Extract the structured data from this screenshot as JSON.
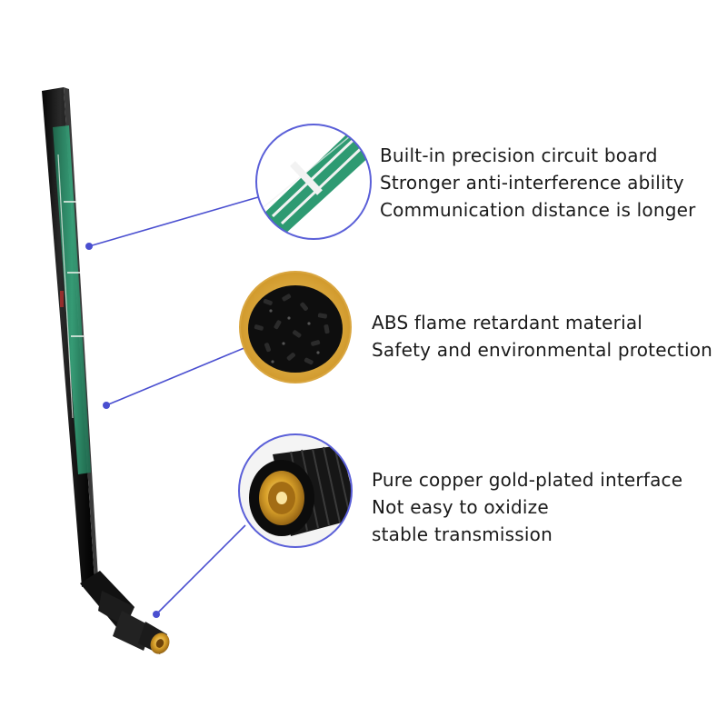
{
  "features": [
    {
      "lines": [
        "Built-in precision circuit board",
        "Stronger anti-interference ability",
        "Communication distance is longer"
      ],
      "icon": "circuit-board-detail"
    },
    {
      "lines": [
        "ABS flame retardant material",
        "Safety and environmental protection"
      ],
      "icon": "abs-pellets-detail"
    },
    {
      "lines": [
        "Pure copper gold-plated interface",
        "Not easy to oxidize",
        "stable transmission"
      ],
      "icon": "sma-connector-detail"
    }
  ],
  "colors": {
    "antenna_body": "#141414",
    "pcb_green": "#2e9a72",
    "callout_line": "#4a4fd0",
    "callout_ring": "#5a5fd8",
    "gold": "#d9a12a",
    "text": "#1a1a1a"
  }
}
